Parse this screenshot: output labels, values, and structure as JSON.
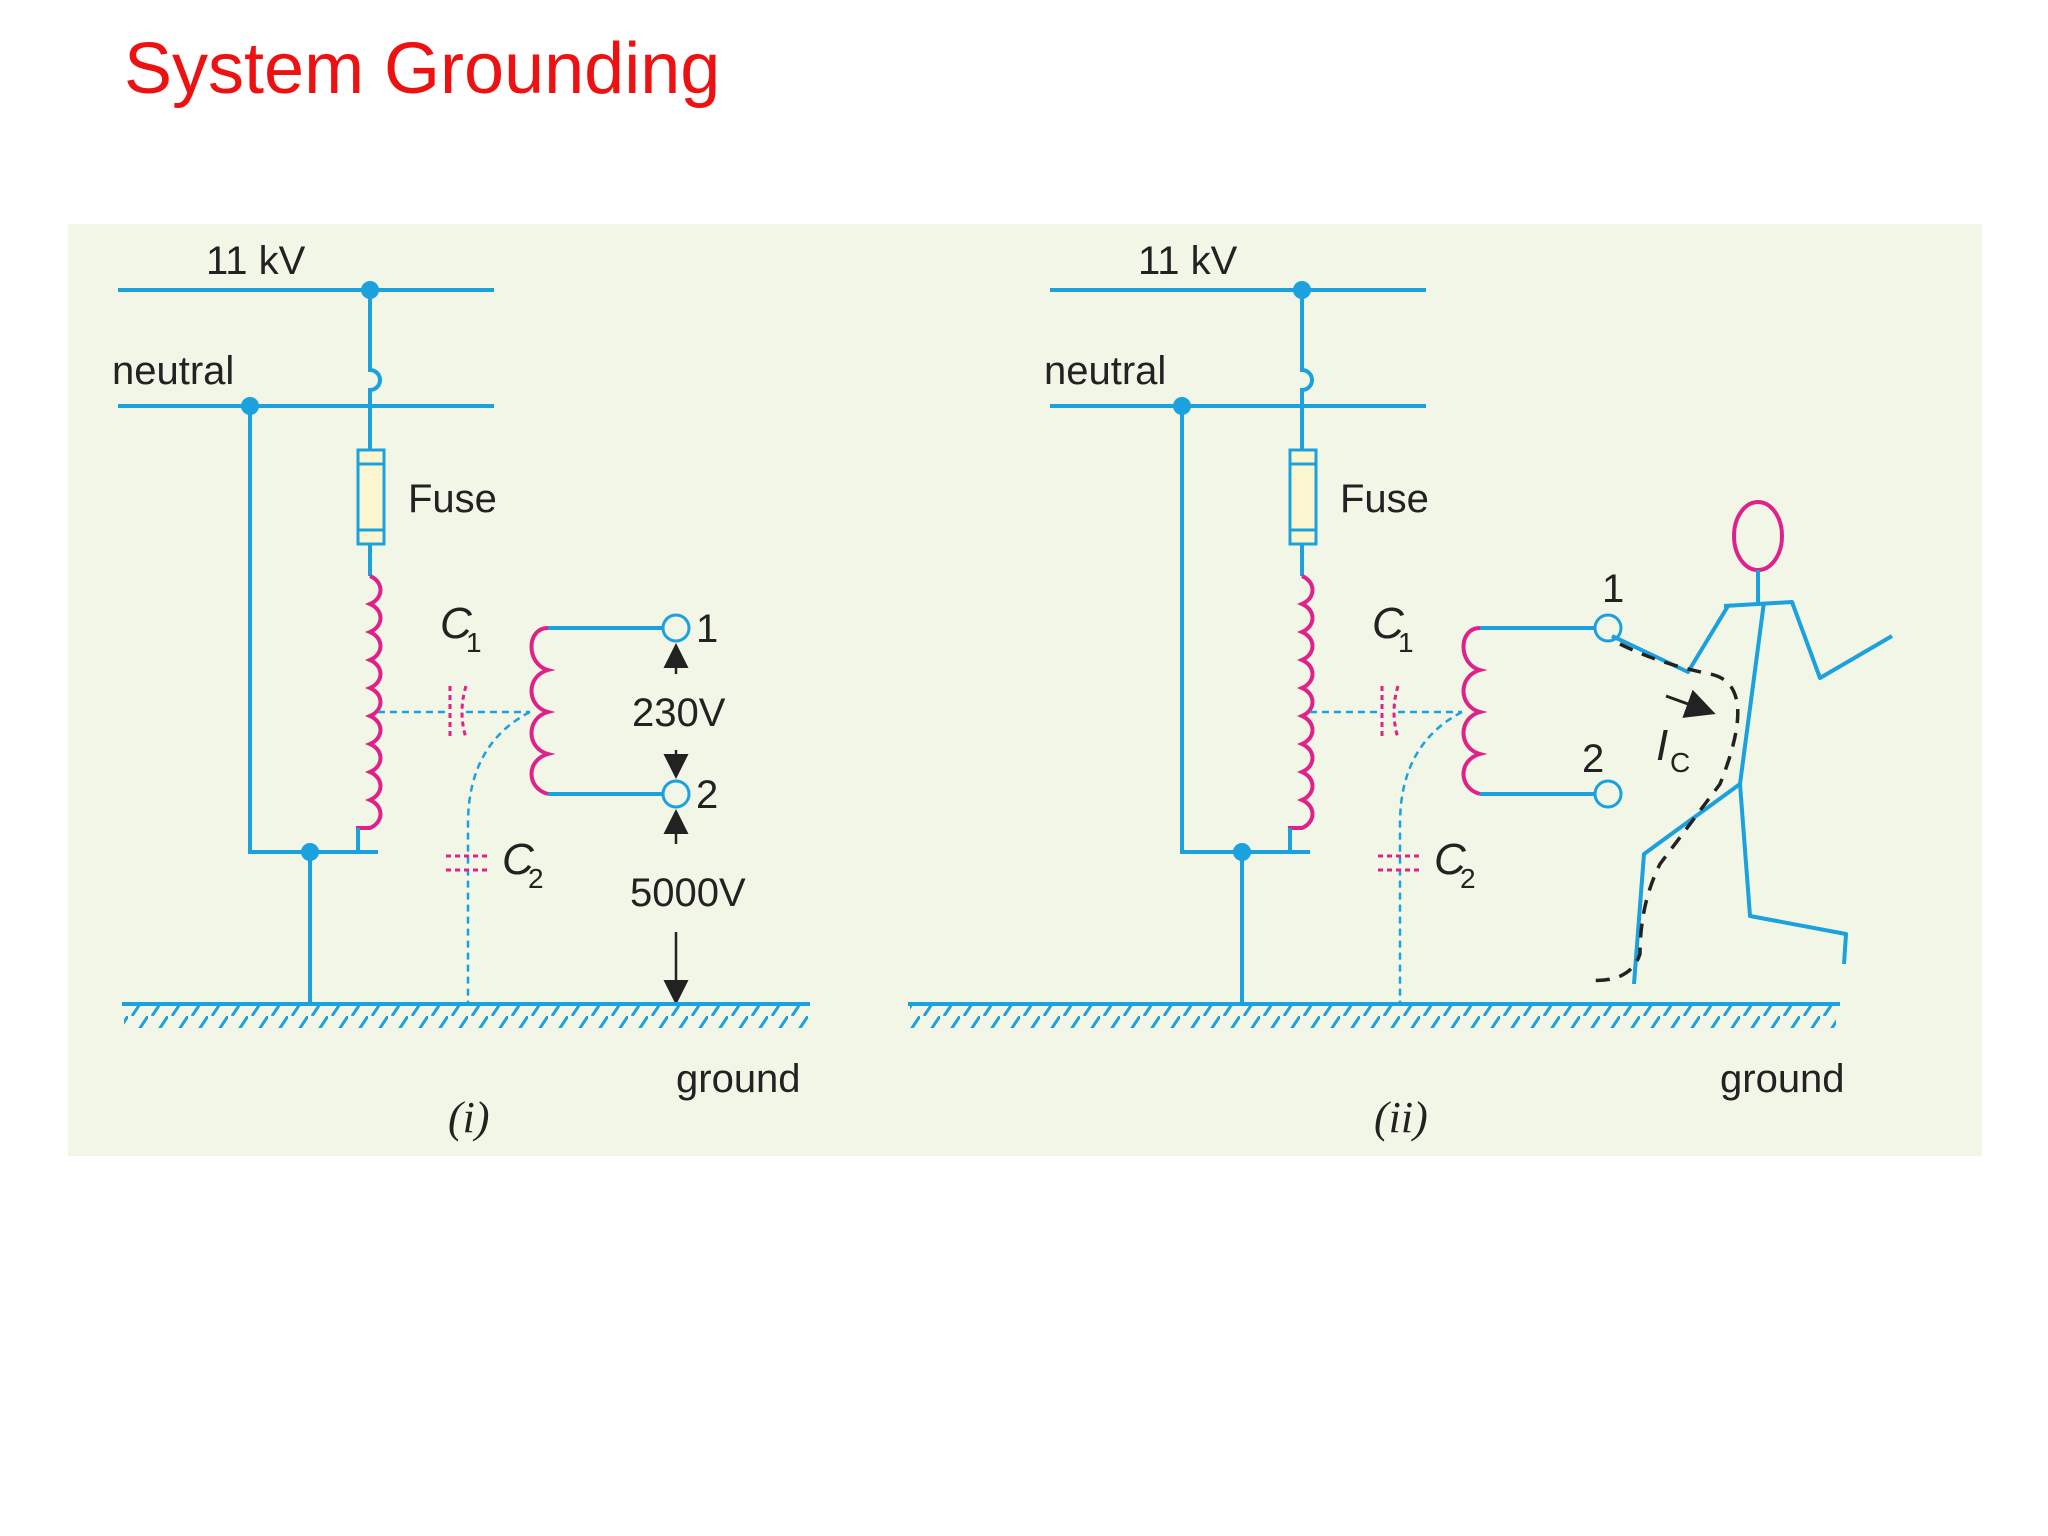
{
  "slide": {
    "title": "System Grounding"
  },
  "colors": {
    "title": "#ee1111",
    "panel_bg": "#f1f6e6",
    "wire": "#1ba1dd",
    "coil": "#e0218a",
    "text": "#222222"
  },
  "diagram_i": {
    "supply_label": "11 kV",
    "neutral_label": "neutral",
    "fuse_label": "Fuse",
    "c1_label": "C",
    "c1_sub": "1",
    "c2_label": "C",
    "c2_sub": "2",
    "terminal1": "1",
    "terminal2": "2",
    "v_secondary": "230V",
    "v_ground": "5000V",
    "ground_label": "ground",
    "caption": "(i)"
  },
  "diagram_ii": {
    "supply_label": "11 kV",
    "neutral_label": "neutral",
    "fuse_label": "Fuse",
    "c1_label": "C",
    "c1_sub": "1",
    "c2_label": "C",
    "c2_sub": "2",
    "terminal1": "1",
    "terminal2": "2",
    "current_label": "I",
    "current_sub": "C",
    "ground_label": "ground",
    "caption": "(ii)"
  }
}
